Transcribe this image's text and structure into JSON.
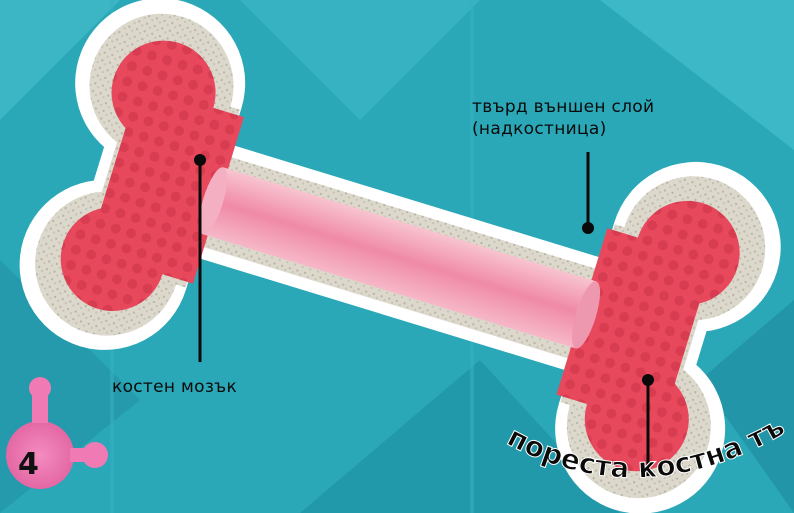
{
  "colors": {
    "background": "#2aa8b8",
    "bone_outline": "#ffffff",
    "bone_cortex": "#ddd8cc",
    "spongy_tissue": "#e8485c",
    "marrow": "#f2a0b4",
    "page_badge": "#f07ab4"
  },
  "labels": {
    "periosteum_line1": "твърд външен слой",
    "periosteum_line2": "(надкостница)",
    "marrow": "костен мозък",
    "spongy_tissue": "пореста костна тъкан"
  },
  "page": {
    "number": "4"
  }
}
